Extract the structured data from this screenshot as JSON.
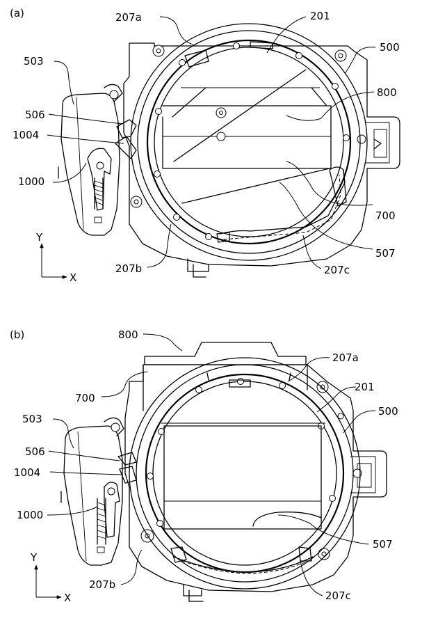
{
  "panel_a": {
    "tag": "(a)",
    "labels": {
      "l207a": "207a",
      "l201": "201",
      "l503": "503",
      "l500": "500",
      "l800": "800",
      "l506": "506",
      "l1004": "1004",
      "l1000": "1000",
      "l700": "700",
      "l507": "507",
      "l207b": "207b",
      "l207c": "207c"
    },
    "axes": {
      "y": "Y",
      "x": "X"
    }
  },
  "panel_b": {
    "tag": "(b)",
    "labels": {
      "l800": "800",
      "l207a": "207a",
      "l700": "700",
      "l201": "201",
      "l503": "503",
      "l500": "500",
      "l506": "506",
      "l1004": "1004",
      "l1000": "1000",
      "l507": "507",
      "l207b": "207b",
      "l207c": "207c"
    },
    "axes": {
      "y": "Y",
      "x": "X"
    }
  }
}
